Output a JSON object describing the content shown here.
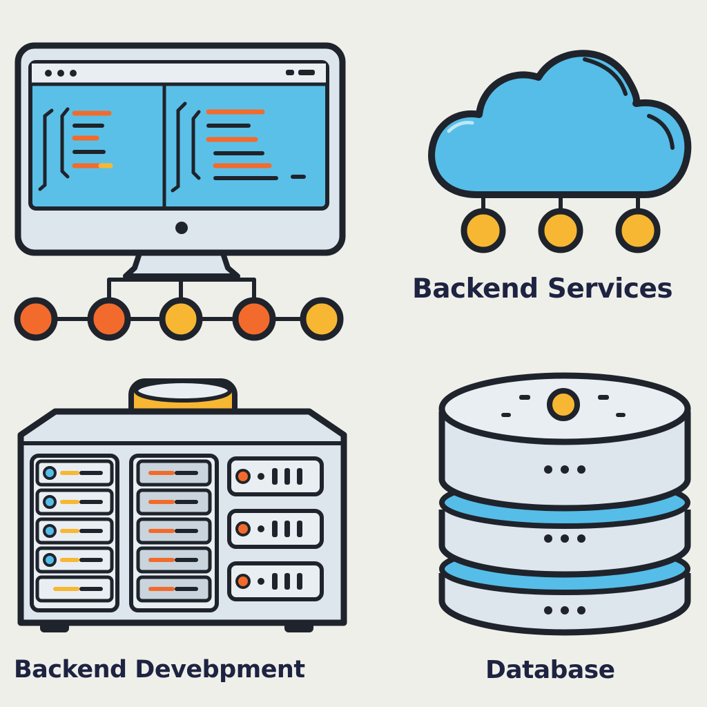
{
  "labels": {
    "backend_services": "Backend Services",
    "backend_development": "Backend Devebpment",
    "database": "Database"
  },
  "icons": {
    "monitor": "code-monitor-icon",
    "cloud": "cloud-icon",
    "server": "server-rack-icon",
    "database": "database-icon"
  },
  "colors": {
    "background": "#efefea",
    "outline": "#1f232b",
    "screen_blue": "#5bc0e8",
    "cloud_blue": "#55bde8",
    "panel_light": "#dde6ec",
    "node_orange": "#f26b2c",
    "node_yellow": "#f7b733",
    "text_dark": "#1d2340"
  }
}
